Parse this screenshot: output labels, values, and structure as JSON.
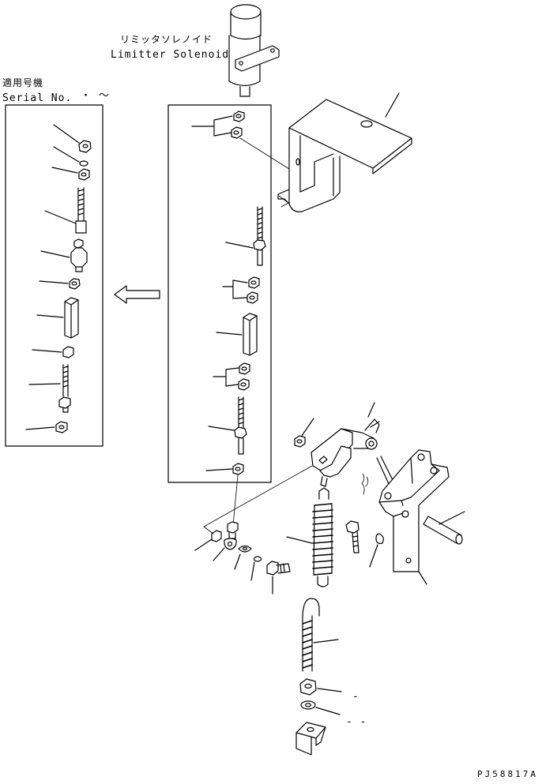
{
  "labels": {
    "solenoid_jp": "リミッタソレノイド",
    "solenoid_en": "Limitter Solenoid",
    "serial_jp": "適用号機",
    "serial_en": "Serial No.",
    "serial_range": "・ ～",
    "drawing_code": "PJ58817A",
    "dash_1": "-",
    "dash_2": "- -"
  }
}
